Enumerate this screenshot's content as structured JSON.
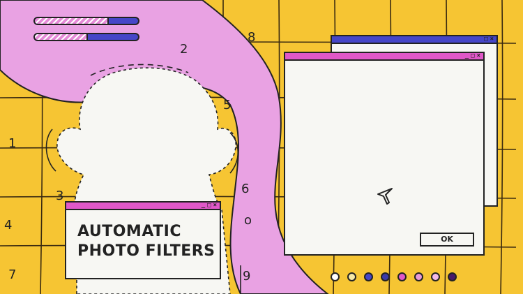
{
  "progress_bars": [
    {
      "name": "top-progress",
      "level": 0.7
    },
    {
      "name": "bottom-progress",
      "level": 0.5
    }
  ],
  "numbers": {
    "n1": "1",
    "n2": "2",
    "n3": "3",
    "n4": "4",
    "n5": "5",
    "n6": "6",
    "n7": "7",
    "n8": "8",
    "n9": "9",
    "n0": "o"
  },
  "caption_window": {
    "line1": "AUTOMATIC",
    "line2": "PHOTO FILTERS",
    "controls": [
      "_",
      "□",
      "×"
    ]
  },
  "main_window": {
    "controls": [
      "_",
      "□",
      "×"
    ],
    "ok_label": "OK"
  },
  "back_window": {
    "controls": [
      "□",
      "×"
    ]
  },
  "swatches": [
    "#ffffff",
    "#f6e8a6",
    "#4646c8",
    "#3a3aa8",
    "#e058c8",
    "#e89ad9",
    "#f2b9e8",
    "#4a1a6a"
  ],
  "colors": {
    "background": "#f6c533",
    "pink": "#e9a2e3",
    "magenta": "#e058c8",
    "blue": "#4646c8",
    "panel": "#f7f7f3",
    "ink": "#222222"
  }
}
